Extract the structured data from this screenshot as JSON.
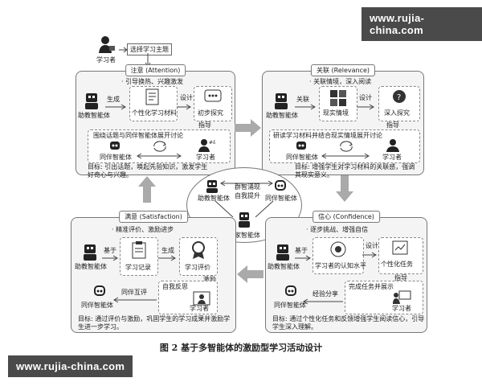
{
  "watermarks": {
    "top": "www.rujia-china.com",
    "bottom": "www.rujia-china.com"
  },
  "top": {
    "learner": "学习者",
    "choose_topic": "选择学习主题"
  },
  "attention": {
    "title": "注意 (Attention)",
    "point": "· 引导换热、兴趣激发",
    "agent": "助教智能体",
    "generate": "生成",
    "material": "个性化学习材料",
    "design": "设计",
    "explore": "初步探究",
    "guide": "指导",
    "discuss": "围绕话题与同伴智能体展开讨论",
    "peer": "同伴智能体",
    "learner": "学习者",
    "goal": "目标: 引出话题，唤起先验知识，激发学生好奇心与兴趣。"
  },
  "relevance": {
    "title": "关联 (Relevance)",
    "point": "· 关联情境，深入阅读",
    "agent": "助教智能体",
    "link": "关联",
    "context": "现实情境",
    "design": "设计",
    "explore": "深入探究",
    "guide": "指导",
    "discuss": "研读学习材料并结合现实情境展开讨论",
    "peer": "同伴智能体",
    "learner": "学习者",
    "goal": "目标: 增强学生对学习材料的关联感，强调其现实意义。"
  },
  "center": {
    "agent": "助教智能体",
    "peer": "同伴智能体",
    "expert": "专家智能体",
    "line1": "群智涌现",
    "line2": "自我提升"
  },
  "satisfaction": {
    "title": "满意 (Satisfaction)",
    "point": "· 精准评价、激励进步",
    "agent": "助教智能体",
    "based": "基于",
    "record": "学习记录",
    "generate": "生成",
    "eval": "学习评价",
    "motivate": "激励",
    "self_reflect": "自我反思",
    "peer_review": "同伴互评",
    "peer": "同伴智能体",
    "learner": "学习者",
    "goal": "目标: 通过评价与激励，巩固学生的学习成果并激励学生进一步学习。"
  },
  "confidence": {
    "title": "信心 (Confidence)",
    "point": "· 逐步挑战、增强自信",
    "agent": "助教智能体",
    "based": "基于",
    "level": "学习者的认知水平",
    "design": "设计",
    "task": "个性化任务",
    "guide": "指导",
    "complete": "完成任务并展示",
    "share": "经验分享",
    "peer": "同伴智能体",
    "learner": "学习者",
    "goal": "目标: 通过个性化任务和反馈增强学生阅读信心，引导学生深入理解。"
  },
  "caption": "图 2  基于多智能体的激励型学习活动设计"
}
